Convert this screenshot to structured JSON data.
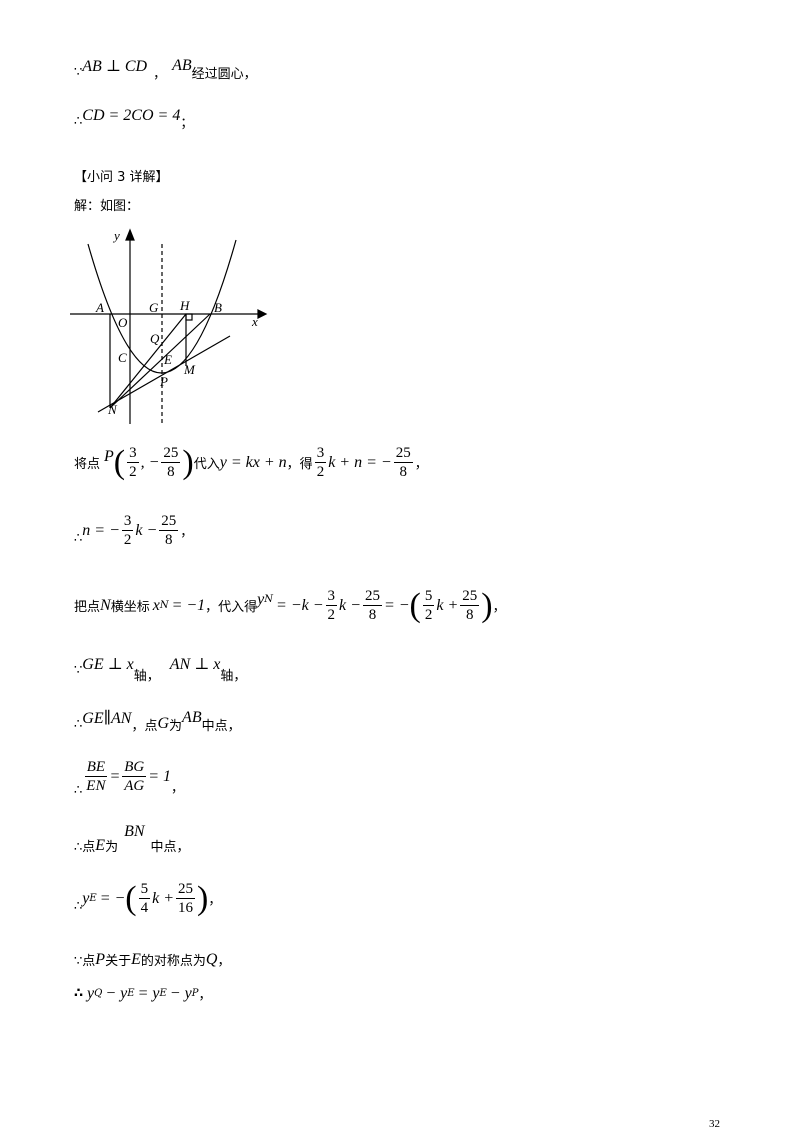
{
  "lines": {
    "l1": {
      "a": "∵",
      "b": "AB ⊥ CD",
      "c": "，",
      "d": "AB",
      "e": "经过圆心，"
    },
    "l2": {
      "a": "∴",
      "b": "CD = 2CO = 4",
      "c": "；"
    },
    "l3": {
      "a": "【小问 3 详解】"
    },
    "l4": {
      "a": "解：如图："
    },
    "l5": {
      "a": "将点",
      "p": "P",
      "n1": "3",
      "d1": "2",
      "n2": "25",
      "d2": "8",
      "b": "代入",
      "eq": "y = kx + n",
      "c": "，得",
      "n3": "3",
      "d3": "2",
      "t": "k + n = −",
      "n4": "25",
      "d4": "8",
      "e": "，"
    },
    "l6": {
      "a": "∴",
      "t": "n = −",
      "n1": "3",
      "d1": "2",
      "t2": "k −",
      "n2": "25",
      "d2": "8",
      "e": "，"
    },
    "l7": {
      "a": "把点",
      "b": "N",
      "c": "横坐标",
      "d": "x",
      "sub": "N",
      "e": "= −1",
      "f": "，代入得",
      "g": "y",
      "gsub": "N",
      "h": "= −k −",
      "n1": "3",
      "d1": "2",
      "i": "k −",
      "n2": "25",
      "d2": "8",
      "j": "= −",
      "n3": "5",
      "d3": "2",
      "k": "k +",
      "n4": "25",
      "d4": "8",
      "l": "，"
    },
    "l8": {
      "a": "∵",
      "b": "GE ⊥ x",
      "c": "轴，",
      "d": "AN ⊥ x",
      "e": "轴，"
    },
    "l9": {
      "a": "∴",
      "b": "GE∥AN",
      "c": "，点",
      "d": "G",
      "e": "为",
      "f": "AB",
      "g": "中点，"
    },
    "l10": {
      "a": "∴",
      "n1": "BE",
      "d1": "EN",
      "t": "=",
      "n2": "BG",
      "d2": "AG",
      "t2": "= 1",
      "e": "，"
    },
    "l11": {
      "a": "∴点",
      "b": "E",
      "c": "为",
      "d": "BN",
      "e": "中点，"
    },
    "l12": {
      "a": "∴",
      "b": "y",
      "sub": "E",
      "c": "= −",
      "n1": "5",
      "d1": "4",
      "t": "k +",
      "n2": "25",
      "d2": "16",
      "e": "，"
    },
    "l13": {
      "a": "∵点",
      "b": "P",
      "c": "关于",
      "d": "E",
      "e": "的对称点为",
      "f": "Q",
      "g": "，"
    },
    "l14": {
      "a": "∴",
      "b": "y",
      "b1": "Q",
      "c": "− y",
      "c1": "E",
      "d": "= y",
      "d1": "E",
      "e": "− y",
      "e1": "P",
      "f": "，"
    }
  },
  "figure": {
    "labels": {
      "y": "y",
      "x": "x",
      "A": "A",
      "O": "O",
      "G": "G",
      "H": "H",
      "B": "B",
      "C": "C",
      "Q": "Q",
      "E": "E",
      "M": "M",
      "P": "P",
      "N": "N"
    }
  },
  "page_number": "32"
}
